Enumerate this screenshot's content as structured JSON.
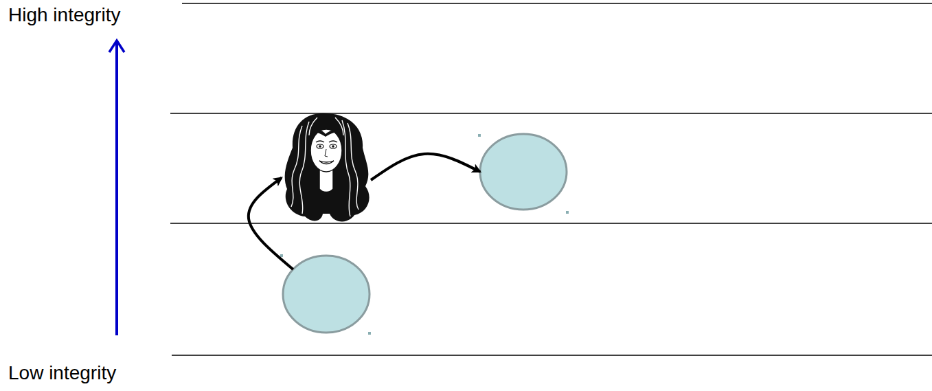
{
  "diagram": {
    "nodes": [
      {},
      {},
      {}
    ],
    "edges": [
      {
        "from": 2,
        "to": 0,
        "arrow": "to"
      },
      {
        "from": 0,
        "to": 1,
        "arrow": "to"
      }
    ],
    "labels": [
      "High integrity",
      "Low integrity"
    ]
  }
}
